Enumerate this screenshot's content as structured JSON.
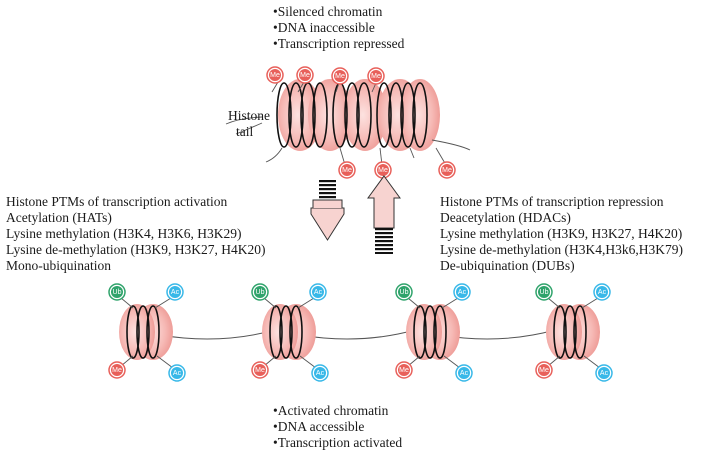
{
  "top_state": {
    "items": [
      "Silenced chromatin",
      "DNA inaccessible",
      "Transcription repressed"
    ]
  },
  "histone_tail_label": [
    "Histone",
    "tail"
  ],
  "activation": {
    "title": "Histone PTMs of transcription activation",
    "items": [
      "Acetylation (HATs)",
      "Lysine methylation (H3K4, H3K6, H3K29)",
      "Lysine de-methylation (H3K9, H3K27, H4K20)",
      "Mono-ubiquination"
    ]
  },
  "repression": {
    "title": "Histone PTMs of transcription repression",
    "items": [
      "Deacetylation (HDACs)",
      "Lysine methylation (H3K9, H3K27, H4K20)",
      "Lysine de-methylation (H3K4,H3k6,H3K79)",
      "De-ubiquination (DUBs)"
    ]
  },
  "bottom_state": {
    "items": [
      "Activated chromatin",
      "DNA accessible",
      "Transcription activated"
    ]
  },
  "marks": {
    "methyl": "Me",
    "acetyl": "Ac",
    "ubiquitin": "Ub"
  },
  "colors": {
    "methyl": "#e8605a",
    "acetyl": "#38b8e8",
    "ubiquitin": "#2fa36b",
    "nucleosome": "#f5b3b0",
    "arrow_fill": "#f7d3d0"
  }
}
